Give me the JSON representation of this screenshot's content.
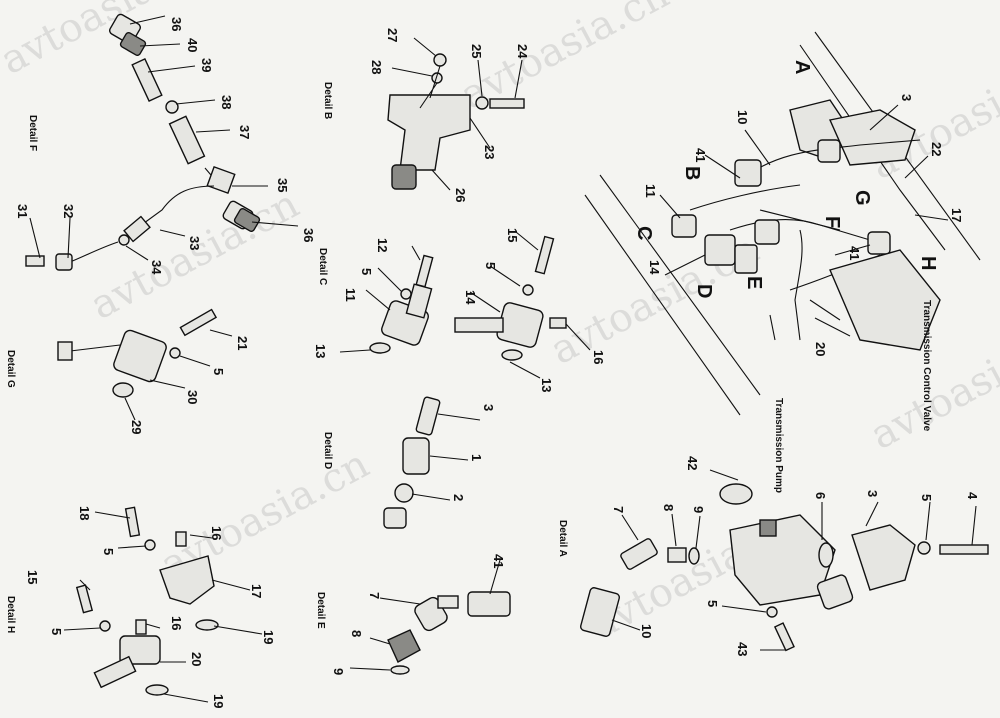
{
  "watermark": "avtoasia.cn",
  "details": {
    "A": "Detail A",
    "B": "Detail B",
    "C": "Detail C",
    "D": "Detail D",
    "E": "Detail E",
    "F": "Detail F",
    "G": "Detail G",
    "H": "Detail H"
  },
  "captions": {
    "control_valve": "Transmission Control Valve",
    "pump": "Transmission Pump"
  },
  "view_letters": [
    "A",
    "B",
    "C",
    "D",
    "E",
    "F",
    "G",
    "H"
  ],
  "part_numbers": [
    "1",
    "2",
    "3",
    "4",
    "5",
    "6",
    "7",
    "8",
    "9",
    "10",
    "11",
    "12",
    "13",
    "14",
    "15",
    "16",
    "17",
    "18",
    "19",
    "20",
    "21",
    "22",
    "23",
    "24",
    "25",
    "26",
    "27",
    "28",
    "29",
    "30",
    "31",
    "32",
    "33",
    "34",
    "35",
    "36",
    "37",
    "38",
    "39",
    "40",
    "41",
    "42",
    "43"
  ]
}
